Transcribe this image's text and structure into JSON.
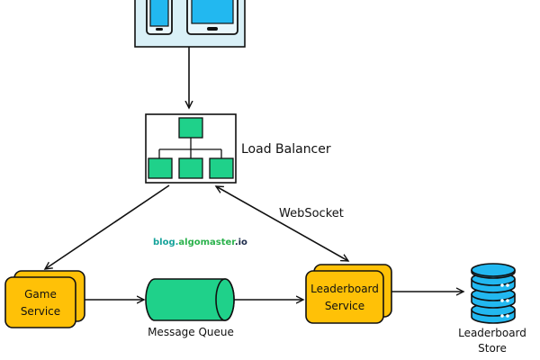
{
  "nodes": {
    "clients": {
      "icons": [
        "phone-icon",
        "tablet-icon"
      ]
    },
    "load_balancer": {
      "label": "Load Balancer"
    },
    "game_service": {
      "line1": "Game",
      "line2": "Service"
    },
    "message_queue": {
      "label": "Message Queue"
    },
    "leaderboard_service": {
      "line1": "Leaderboard",
      "line2": "Service"
    },
    "leaderboard_store": {
      "line1": "Leaderboard",
      "line2": "Store"
    }
  },
  "edges": {
    "websocket": {
      "label": "WebSocket"
    }
  },
  "watermark": {
    "part1": "blog.",
    "part2": "algomaster",
    "part3": ".io"
  },
  "colors": {
    "green": "#1fd18a",
    "orange": "#ffc107",
    "blue": "#22b8f0",
    "client_box_bg": "#d9f0f7",
    "watermark_teal": "#16a39b",
    "watermark_green": "#2bb24c",
    "watermark_navy": "#1b2a4a"
  }
}
